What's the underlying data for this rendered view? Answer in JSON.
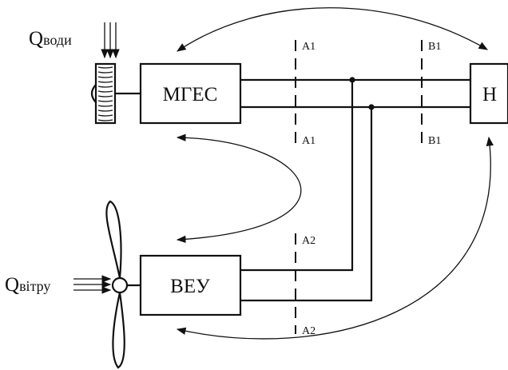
{
  "blocks": {
    "mges": "МГЕС",
    "veu": "ВЕУ",
    "load": "Н"
  },
  "inputs": {
    "water_symbol": "Q",
    "water_sub": "води",
    "wind_symbol": "Q",
    "wind_sub": "вітру"
  },
  "sections": {
    "a1_top": "A1",
    "a1_bottom": "A1",
    "b1_top": "B1",
    "b1_bottom": "B1",
    "a2_top": "A2",
    "a2_bottom": "A2"
  },
  "colors": {
    "ink": "#111111",
    "background": "#ffffff"
  }
}
